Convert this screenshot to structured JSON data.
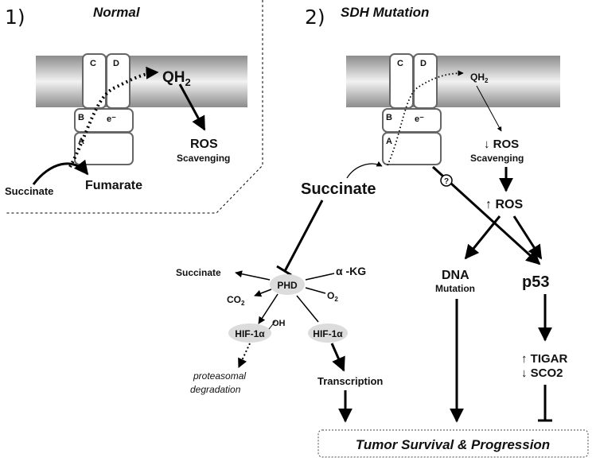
{
  "panel1": {
    "number": "1)",
    "title": "Normal",
    "subunits": {
      "c": "C",
      "d": "D",
      "b": "B",
      "a": "A",
      "electron": "e⁻"
    },
    "qh2_main": "QH",
    "qh2_sub": "2",
    "ros": "ROS",
    "scavenging": "Scavenging",
    "succinate": "Succinate",
    "fumarate": "Fumarate"
  },
  "panel2": {
    "number": "2)",
    "title": "SDH Mutation",
    "subunits": {
      "c": "C",
      "d": "D",
      "b": "B",
      "a": "A",
      "electron": "e⁻"
    },
    "qh2_main": "QH",
    "qh2_sub": "2",
    "ros_down": "↓ ROS",
    "scavenging": "Scavenging",
    "ros_up": "↑ ROS",
    "question": "?",
    "succinate": "Succinate",
    "phd": "PHD",
    "succinate_small": "Succinate",
    "akg": "α -KG",
    "co2_main": "CO",
    "co2_sub": "2",
    "o2_main": "O",
    "o2_sub": "2",
    "hif_oh_label": "HIF-1α",
    "oh": "OH",
    "hif": "HIF-1α",
    "proteasomal_1": "proteasomal",
    "proteasomal_2": "degradation",
    "transcription": "Transcription",
    "dna": "DNA",
    "mutation": "Mutation",
    "p53": "p53",
    "tigar": "↑ TIGAR",
    "sco2": "↓ SCO2",
    "outcome": "Tumor Survival & Progression"
  },
  "colors": {
    "membrane_light": "#f2f2f2",
    "membrane_dark": "#8c8c8c",
    "ellipse_fill": "#dcdcdc",
    "line": "#000000"
  }
}
